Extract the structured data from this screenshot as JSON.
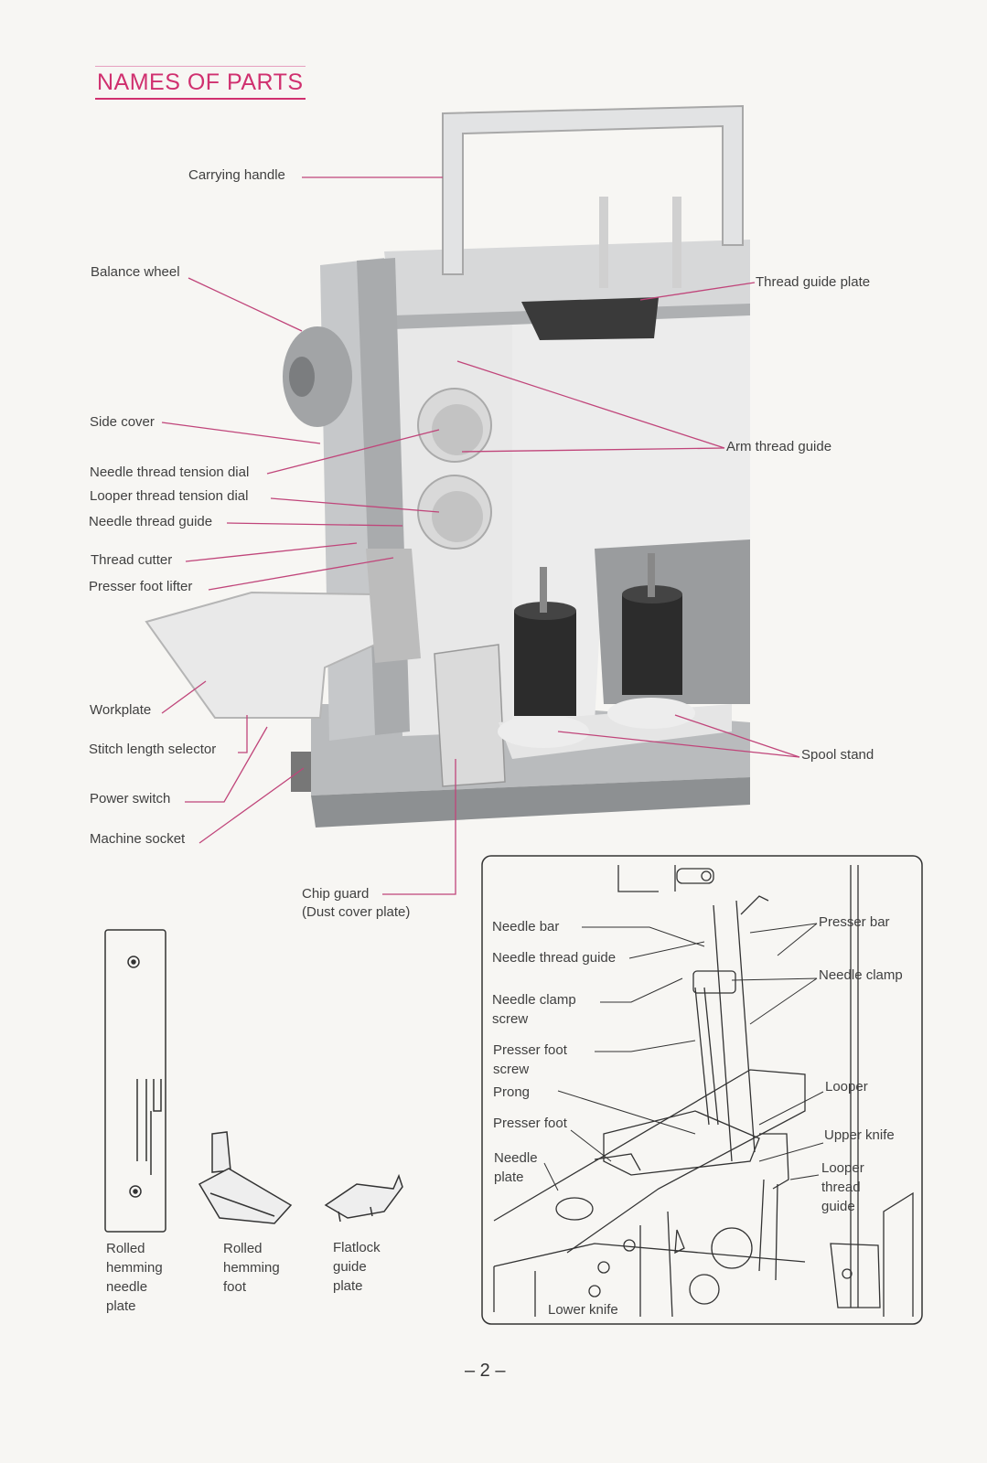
{
  "title": "NAMES OF PARTS",
  "machine_labels": {
    "carrying_handle": "Carrying handle",
    "balance_wheel": "Balance wheel",
    "side_cover": "Side cover",
    "needle_thread_tension_dial": "Needle thread tension dial",
    "looper_thread_tension_dial": "Looper thread tension dial",
    "needle_thread_guide": "Needle thread guide",
    "thread_cutter": "Thread cutter",
    "presser_foot_lifter": "Presser foot lifter",
    "workplate": "Workplate",
    "stitch_length_selector": "Stitch length selector",
    "power_switch": "Power switch",
    "machine_socket": "Machine socket",
    "thread_guide_plate": "Thread guide plate",
    "arm_thread_guide": "Arm thread guide",
    "spool_stand": "Spool stand",
    "chip_guard_1": "Chip guard",
    "chip_guard_2": "(Dust cover plate)"
  },
  "accessories": {
    "rolled_hemming_needle_plate": [
      "Rolled",
      "hemming",
      "needle",
      "plate"
    ],
    "rolled_hemming_foot": [
      "Rolled",
      "hemming",
      "foot"
    ],
    "flatlock_guide_plate": [
      "Flatlock",
      "guide",
      "plate"
    ]
  },
  "detail_labels": {
    "needle_bar": "Needle bar",
    "needle_thread_guide": "Needle thread guide",
    "needle_clamp_screw": [
      "Needle clamp",
      "screw"
    ],
    "presser_foot_screw": [
      "Presser foot",
      "screw"
    ],
    "prong": "Prong",
    "presser_foot": "Presser foot",
    "needle_plate": [
      "Needle",
      "plate"
    ],
    "lower_knife": "Lower knife",
    "presser_bar": "Presser bar",
    "needle_clamp": "Needle clamp",
    "looper": "Looper",
    "upper_knife": "Upper knife",
    "looper_thread_guide": [
      "Looper",
      "thread",
      "guide"
    ]
  },
  "page_number": "– 2 –",
  "colors": {
    "accent": "#d0306f",
    "leader": "#c0457a",
    "line": "#333333"
  }
}
